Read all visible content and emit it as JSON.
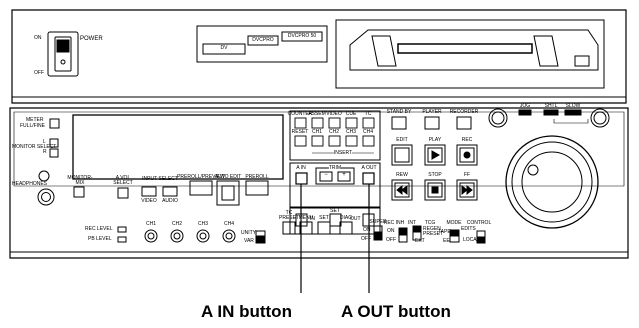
{
  "deck": {
    "top": {
      "power_on": "ON",
      "power": "POWER",
      "power_off": "OFF",
      "dv": "DV",
      "dvcpro": "DVCPRO",
      "dvcpro50": "DVCPRO 50"
    },
    "left": {
      "meter": "METER",
      "full_fine": "FULL/FINE",
      "l": "L",
      "monitor_select": "MONITOR SELECT",
      "r": "R",
      "headphones": "HEADPHONES",
      "monitor_mix_1": "MONITOR-",
      "monitor_mix_2": "MIX",
      "avol_1": "A VOL",
      "avol_2": "SELECT",
      "input_select": "INPUT SELECT",
      "video": "VIDEO",
      "audio": "AUDIO",
      "preroll_preview": "PREROLL/PREVIEW",
      "auto_edit": "AUTO EDIT",
      "preroll": "PREROLL"
    },
    "center": {
      "counter": "COUNTER",
      "assemble": "ASSEM",
      "video": "VIDEO",
      "cue": "CUE",
      "tc": "TC",
      "reset": "RESET",
      "ch1": "CH1",
      "ch2": "CH2",
      "ch3": "CH3",
      "ch4": "CH4",
      "insert": "INSERT",
      "a_in": "A IN",
      "a_out": "A OUT",
      "trim": "TRIM",
      "minus": "−",
      "plus": "+",
      "set": "SET",
      "in": "IN",
      "out": "OUT"
    },
    "right": {
      "standby": "STAND BY",
      "player": "PLAYER",
      "recorder": "RECORDER",
      "edit": "EDIT",
      "play": "PLAY",
      "rec": "REC",
      "rew": "REW",
      "stop": "STOP",
      "ff": "FF",
      "jog": "JOG",
      "shtl": "SHTL",
      "slow": "SLOW"
    },
    "bottom": {
      "rec_level": "REC LEVEL",
      "pb_level": "PB LEVEL",
      "ch1": "CH1",
      "ch2": "CH2",
      "ch3": "CH3",
      "ch4": "CH4",
      "unity": "UNITY",
      "var": "VAR",
      "tc": "TC",
      "preset": "PRESET",
      "menu": "MENU",
      "set": "SET",
      "diag": "DIAG",
      "super": "SUPER",
      "super_on": "ON",
      "super_off": "OFF",
      "rec_inh": "REC INH",
      "rec_inh_on": "ON",
      "rec_inh_off": "OFF",
      "int": "INT",
      "tcg": "TCG",
      "regen": "REGEN",
      "preset_sw": "PRESET",
      "ext": "EXT",
      "mode": "MODE",
      "tape": "TAPE",
      "ee": "EE",
      "edits": "EDITS",
      "control": "CONTROL",
      "local": "LOCAL"
    }
  },
  "callouts": {
    "a_in_button": "A IN button",
    "a_out_button": "A OUT button"
  }
}
